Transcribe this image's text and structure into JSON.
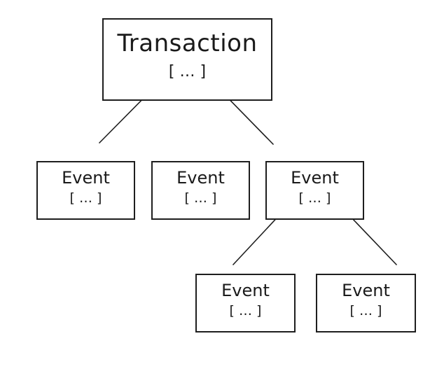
{
  "root": {
    "title": "Transaction",
    "items": "[ … ]"
  },
  "events": [
    {
      "title": "Event",
      "items": "[ … ]"
    },
    {
      "title": "Event",
      "items": "[ … ]"
    },
    {
      "title": "Event",
      "items": "[ … ]"
    },
    {
      "title": "Event",
      "items": "[ … ]"
    },
    {
      "title": "Event",
      "items": "[ … ]"
    }
  ]
}
